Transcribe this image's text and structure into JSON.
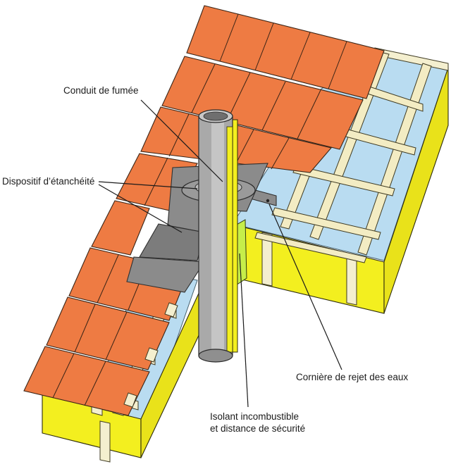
{
  "labels": {
    "flue": "Conduit de fumée",
    "sealing_device": "Dispositif d’étanchéité",
    "water_angle": "Cornière de rejet des eaux",
    "insulation_line1": "Isolant incombustible",
    "insulation_line2": "et distance de sécurité"
  },
  "colors": {
    "tiles": "#ee7b43",
    "insulation": "#f3ef1f",
    "membrane": "#b9dcf1",
    "laths": "#f3ecc3",
    "flashing": "#8b8b8b",
    "flue_pipe": "#a9a9a9",
    "non_combustible_sleeve": "#c6ee4a"
  }
}
